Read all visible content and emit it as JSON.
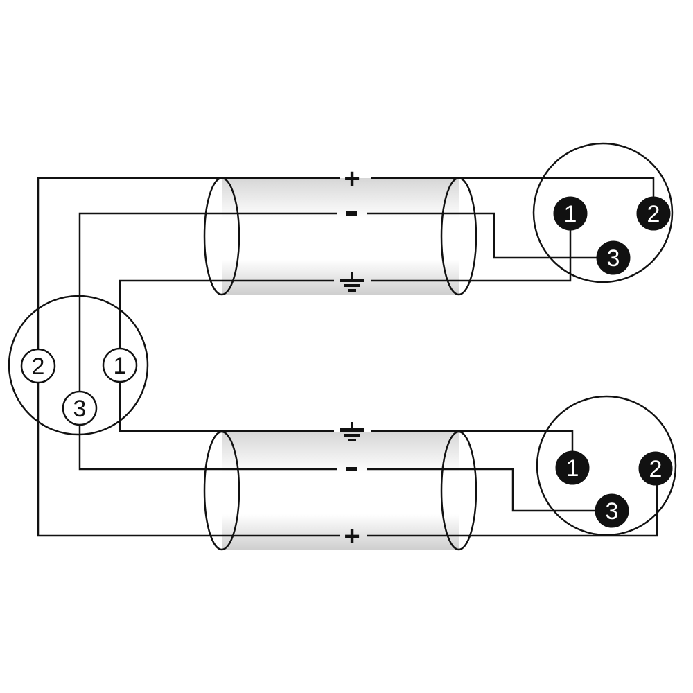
{
  "diagram": {
    "left_connector": {
      "type": "XLR female",
      "pins": {
        "p1": "1",
        "p2": "2",
        "p3": "3"
      }
    },
    "right_top_connector": {
      "type": "XLR male",
      "pins": {
        "p1": "1",
        "p2": "2",
        "p3": "3"
      }
    },
    "right_bottom_connector": {
      "type": "XLR male",
      "pins": {
        "p1": "1",
        "p2": "2",
        "p3": "3"
      }
    },
    "signals": {
      "plus": "+",
      "minus": "-",
      "ground": "ground-symbol"
    },
    "colors": {
      "line": "#111111",
      "cable_shade": "#d8d8d8",
      "background": "#ffffff"
    }
  }
}
